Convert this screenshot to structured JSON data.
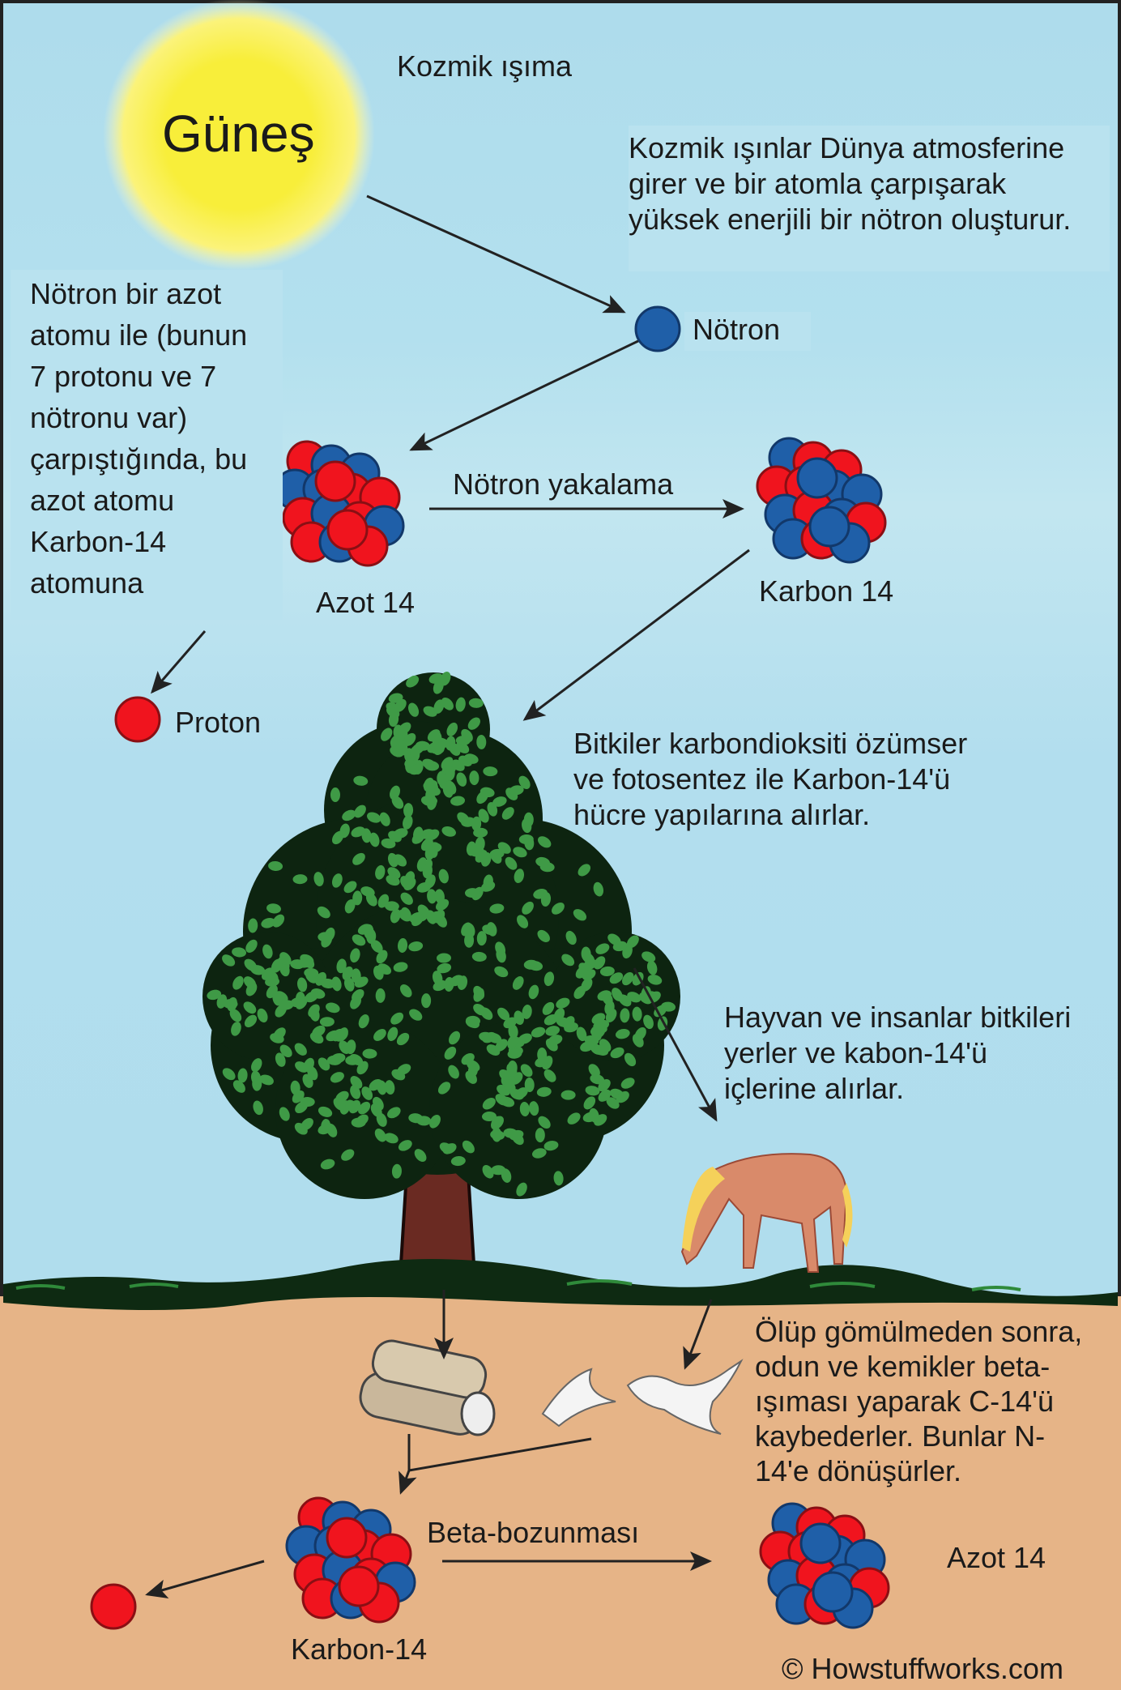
{
  "sun_label": "Güneş",
  "cosmic_label": "Kozmik ışıma",
  "cosmic_text": [
    "Kozmik ışınlar Dünya atmosferine",
    "girer ve bir atomla çarpışarak",
    "yüksek enerjili bir nötron oluşturur."
  ],
  "neutron_label": "Nötron",
  "left_text": [
    "Nötron bir azot",
    "atomu ile (bunun",
    "7 protonu ve 7",
    "nötronu var)",
    "çarpıştığında, bu",
    "azot atomu",
    "Karbon-14",
    "atomuna"
  ],
  "azot_label": "Azot 14",
  "capture_label": "Nötron yakalama",
  "karbon_label": "Karbon 14",
  "proton_label": "Proton",
  "plants_text": [
    "Bitkiler karbondioksiti özümser",
    "ve fotosentez ile Karbon-14'ü",
    "hücre yapılarına alırlar."
  ],
  "animals_text": [
    "Hayvan ve insanlar bitkileri",
    "yerler ve kabon-14'ü",
    "içlerine alırlar."
  ],
  "death_text": [
    "Ölüp gömülmeden sonra,",
    "odun ve kemikler beta-",
    "ışıması yaparak C-14'ü",
    "kaybederler. Bunlar N-",
    "14'e dönüşürler."
  ],
  "beta_label": "Beta-bozunması",
  "karbon14_bottom_label": "Karbon-14",
  "azot14_bottom_label": "Azot 14",
  "copyright": "© Howstuffworks.com",
  "colors": {
    "sky": "#aedcec",
    "ground": "#e6b487",
    "proton": "#f0141e",
    "neutron": "#1f5fa8",
    "sun": "#f8ee3a"
  }
}
